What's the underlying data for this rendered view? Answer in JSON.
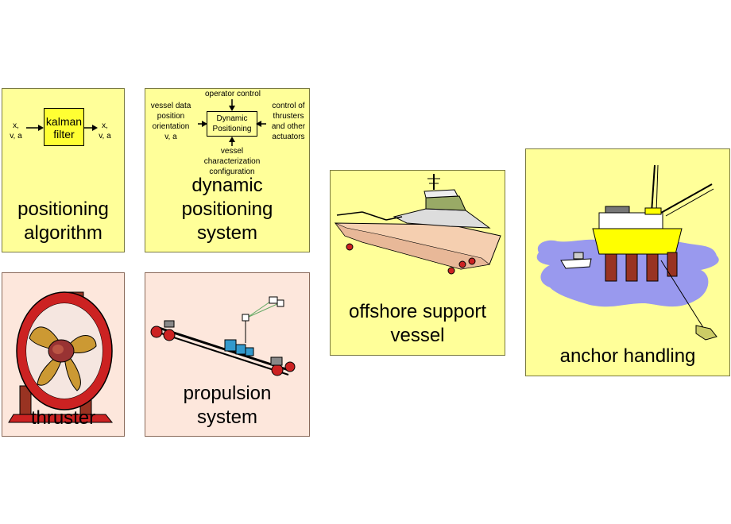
{
  "panels": {
    "positioning_algorithm": {
      "label_line1": "positioning",
      "label_line2": "algorithm",
      "input": "x,\nv, a",
      "filter_line1": "kalman",
      "filter_line2": "filter",
      "output": "x,\nv, a"
    },
    "dynamic_positioning": {
      "label_line1": "dynamic",
      "label_line2": "positioning",
      "label_line3": "system",
      "top": "operator control",
      "left": "vessel data\nposition\norientation\nv, a",
      "right": "control of\nthrusters\nand other\nactuators",
      "bottom": "vessel\ncharacterization\nconfiguration",
      "box_line1": "Dynamic",
      "box_line2": "Positioning"
    },
    "thruster": {
      "label": "thruster"
    },
    "propulsion": {
      "label_line1": "propulsion",
      "label_line2": "system"
    },
    "vessel": {
      "label_line1": "offshore support",
      "label_line2": "vessel"
    },
    "anchor": {
      "label": "anchor handling"
    }
  },
  "colors": {
    "yellow_panel": "#ffff99",
    "pink_panel": "#fde7dc",
    "filter_box": "#ffff33",
    "water": "#9999ee",
    "thruster_ring": "#cc2222",
    "propeller": "#cc9933"
  }
}
